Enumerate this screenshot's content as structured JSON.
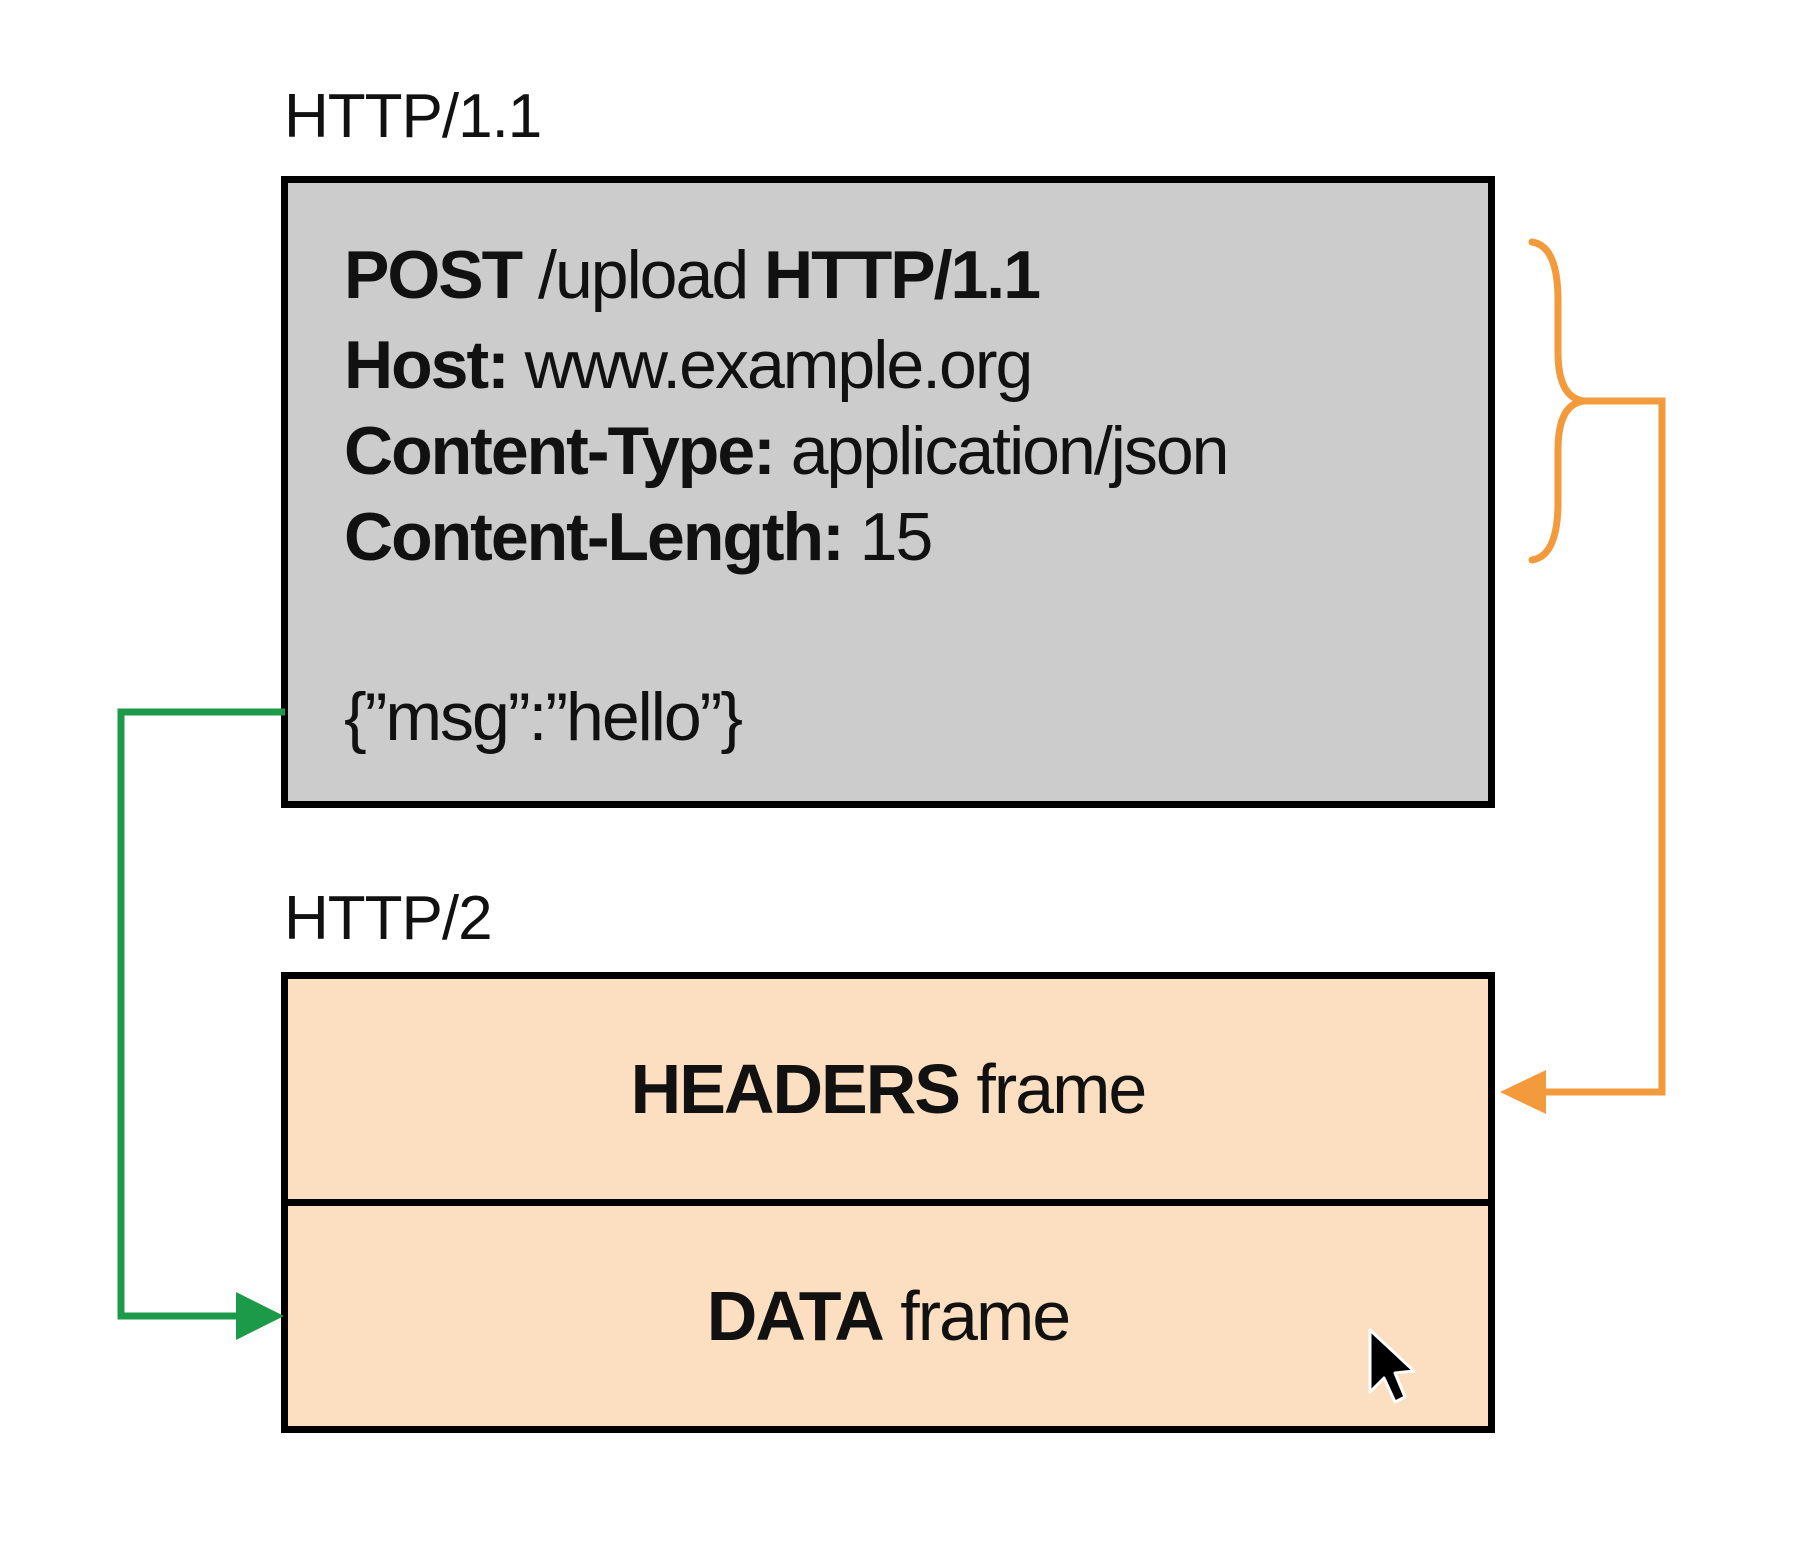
{
  "sections": {
    "http11_label": "HTTP/1.1",
    "http2_label": "HTTP/2"
  },
  "request": {
    "method": "POST",
    "path": "/upload",
    "version": "HTTP/1.1",
    "headers": [
      {
        "name": "Host:",
        "value": "www.example.org"
      },
      {
        "name": "Content-Type:",
        "value": "application/json"
      },
      {
        "name": "Content-Length:",
        "value": "15"
      }
    ],
    "body": "{”msg”:”hello”}"
  },
  "frames": {
    "headers": {
      "type": "HEADERS",
      "suffix": "frame"
    },
    "data": {
      "type": "DATA",
      "suffix": "frame"
    }
  },
  "colors": {
    "headers_arrow": "#f39a3c",
    "data_arrow": "#1c9a4a",
    "http11_fill": "#cccccc",
    "frame_fill": "#fbdfc0"
  },
  "icons": {
    "cursor": "mouse-pointer-icon"
  }
}
